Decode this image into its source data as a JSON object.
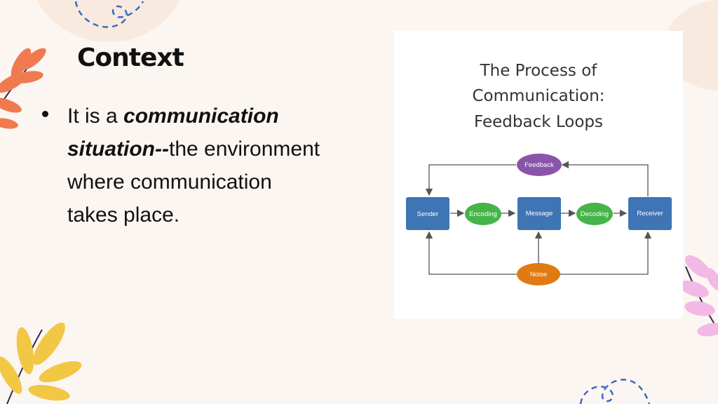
{
  "slide": {
    "title": "Context",
    "bullet": {
      "pre": "It is a ",
      "emphasis_1": "communication",
      "emphasis_2": "situation--",
      "post_1": "the environment",
      "post_2": "where communication",
      "post_3": "takes place."
    }
  },
  "diagram": {
    "title_line_1": "The Process of",
    "title_line_2": "Communication:",
    "title_line_3": "Feedback Loops",
    "nodes": {
      "sender": "Sender",
      "encoding": "Encoding",
      "message": "Message",
      "decoding": "Decoding",
      "receiver": "Receiver",
      "feedback": "Feedback",
      "noise": "Noise"
    },
    "colors": {
      "box": "#3f74b5",
      "green": "#45b549",
      "purple": "#8a55a8",
      "orange": "#e07a12",
      "line": "#555555"
    }
  },
  "decoration": {
    "accent_orange": "#f07a4f",
    "accent_yellow": "#f2c744",
    "accent_pink": "#f2b8e6",
    "accent_blue": "#3a6bc4"
  }
}
